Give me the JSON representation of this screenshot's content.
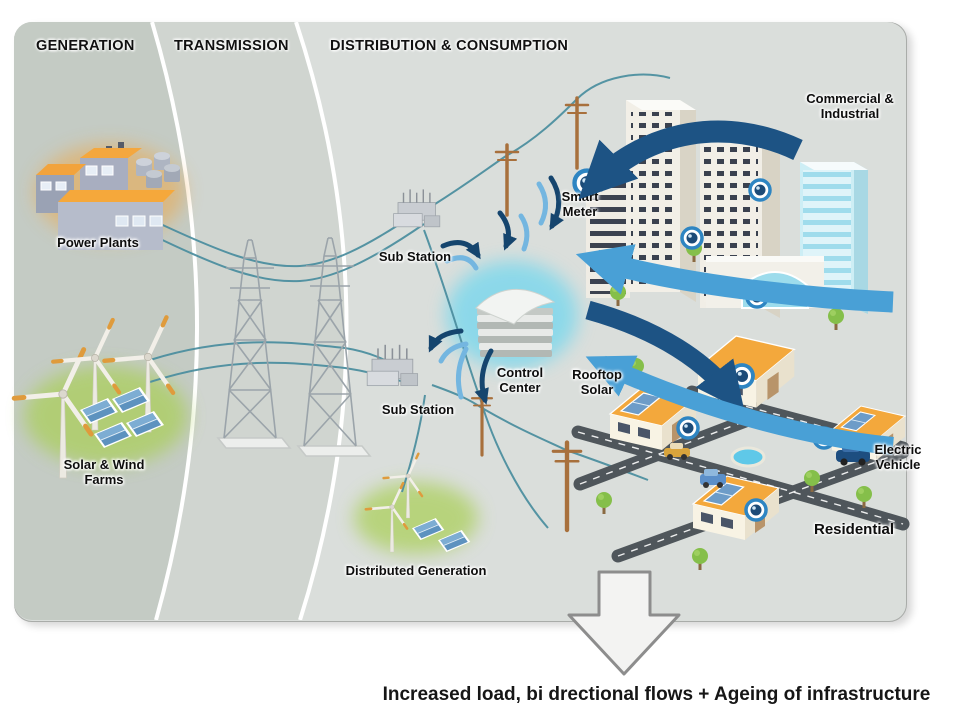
{
  "diagram": {
    "zones": [
      {
        "id": "generation",
        "label": "GENERATION"
      },
      {
        "id": "transmission",
        "label": "TRANSMISSION"
      },
      {
        "id": "distribution",
        "label": "DISTRIBUTION & CONSUMPTION"
      }
    ],
    "labels": {
      "power_plants": "Power Plants",
      "solar_wind_farms": "Solar & Wind Farms",
      "sub_station_1": "Sub Station",
      "sub_station_2": "Sub Station",
      "control_center": "Control Center",
      "smart_meter": "Smart Meter",
      "rooftop_solar": "Rooftop Solar",
      "commercial_industrial": "Commercial & Industrial",
      "electric_vehicle": "Electric Vehicle",
      "residential": "Residential",
      "distributed_generation": "Distributed Generation"
    },
    "caption": "Increased load, bi drectional flows + Ageing of infrastructure",
    "icons": {
      "smart_meter": "round-meter-gauge",
      "flow_arrow": "curved-flow-arrow",
      "down_arrow": "block-down-arrow",
      "power_line": "teal-wire"
    },
    "colors": {
      "band_generation": "#c4cbc4",
      "band_transmission": "#d0d5d0",
      "band_distribution": "#dadedb",
      "arrow_dark": "#1d5384",
      "arrow_light": "#49a0d6",
      "wire": "#4d8fa0",
      "glow_green": "#a9cf54",
      "glow_cyan": "#7fd8ec",
      "glow_orange": "#f0a43c",
      "roof_orange": "#f3a83c"
    }
  }
}
